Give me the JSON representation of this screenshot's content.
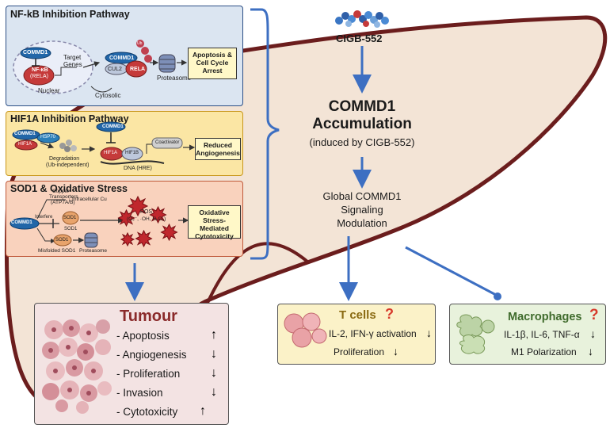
{
  "drug": {
    "name": "CIGB-552"
  },
  "center": {
    "title_line1": "COMMD1",
    "title_line2": "Accumulation",
    "subtitle": "(induced by CIGB-552)",
    "signal_line1": "Global COMMD1",
    "signal_line2": "Signaling",
    "signal_line3": "Modulation"
  },
  "nfkb": {
    "title": "NF-kB Inhibition Pathway",
    "commd1": "COMMD1",
    "nfkb_label": "NF-κB",
    "rela_label": "(RELA)",
    "target_genes_1": "Target",
    "target_genes_2": "Genes",
    "nuclear": "Nuclear",
    "commd1_b": "COMMD1",
    "cul2": "CUL2",
    "rela": "RELA",
    "ub": "Ub",
    "proteasome": "Proteasome",
    "cytosolic": "Cytosolic",
    "outcome_1": "Apoptosis &",
    "outcome_2": "Cell Cycle",
    "outcome_3": "Arrest"
  },
  "hif": {
    "title": "HIF1A Inhibition Pathway",
    "commd1_a": "COMMD1",
    "hsp70": "HSP70",
    "hif1a_a": "HIF1A",
    "degradation_1": "Degradation",
    "degradation_2": "(Ub-independent)",
    "commd1_b": "COMMD1",
    "hif1a_b": "HIF1A",
    "hif1b": "HIF1B",
    "coactivator": "Coactivator",
    "dna": "DNA (HRE)",
    "outcome_1": "Reduced",
    "outcome_2": "Angiogenesis"
  },
  "sod": {
    "title": "SOD1 & Oxidative Stress",
    "copper_1": "Copper",
    "copper_2": "Transporters",
    "copper_3": "(ATP7A/B)",
    "intracellular": "↓ Intracellular Cu",
    "commd1": "COMMD1",
    "interfere": "Interfere",
    "sod1_a": "SOD1",
    "sod1_b": "SOD1",
    "ros_1": "ROS",
    "ros_2": "(O₂⁻, ·OH, H₂O₂)",
    "misfolded": "Misfolded SOD1",
    "sod1_c": "SOD1",
    "proteasome": "Proteasome",
    "outcome_1": "Oxidative",
    "outcome_2": "Stress-Mediated",
    "outcome_3": "Cytotoxicity"
  },
  "tumour": {
    "title": "Tumour",
    "items": [
      {
        "label": "- Apoptosis",
        "arrow": "↑"
      },
      {
        "label": "- Angiogenesis",
        "arrow": "↓"
      },
      {
        "label": "- Proliferation",
        "arrow": "↓"
      },
      {
        "label": "- Invasion",
        "arrow": "↓"
      },
      {
        "label": "- Cytotoxicity",
        "arrow": "↑"
      }
    ]
  },
  "tcells": {
    "title": "T cells",
    "question": "?",
    "line1": "IL-2, IFN-γ activation",
    "line1_arrow": "↓",
    "line2": "Proliferation",
    "line2_arrow": "↓"
  },
  "macro": {
    "title": "Macrophages",
    "question": "?",
    "line1": "IL-1β, IL-6, TNF-α",
    "line1_arrow": "↓",
    "line2": "M1 Polarization",
    "line2_arrow": "↓"
  },
  "colors": {
    "liver_outline": "#6b1d1d",
    "liver_fill": "#f3e4d6",
    "arrow": "#3d6fc2",
    "nfkb_panel": "#dbe5f1",
    "hif_panel": "#fbe6a4",
    "sod_panel": "#f9d2bd",
    "tumour_panel": "#f3e3e3",
    "tcell_panel": "#fbf2c8",
    "macro_panel": "#e8f2dc",
    "question": "#d73a2c",
    "tumour_title": "#8a2a2a",
    "macro_title": "#3f6b2c"
  }
}
